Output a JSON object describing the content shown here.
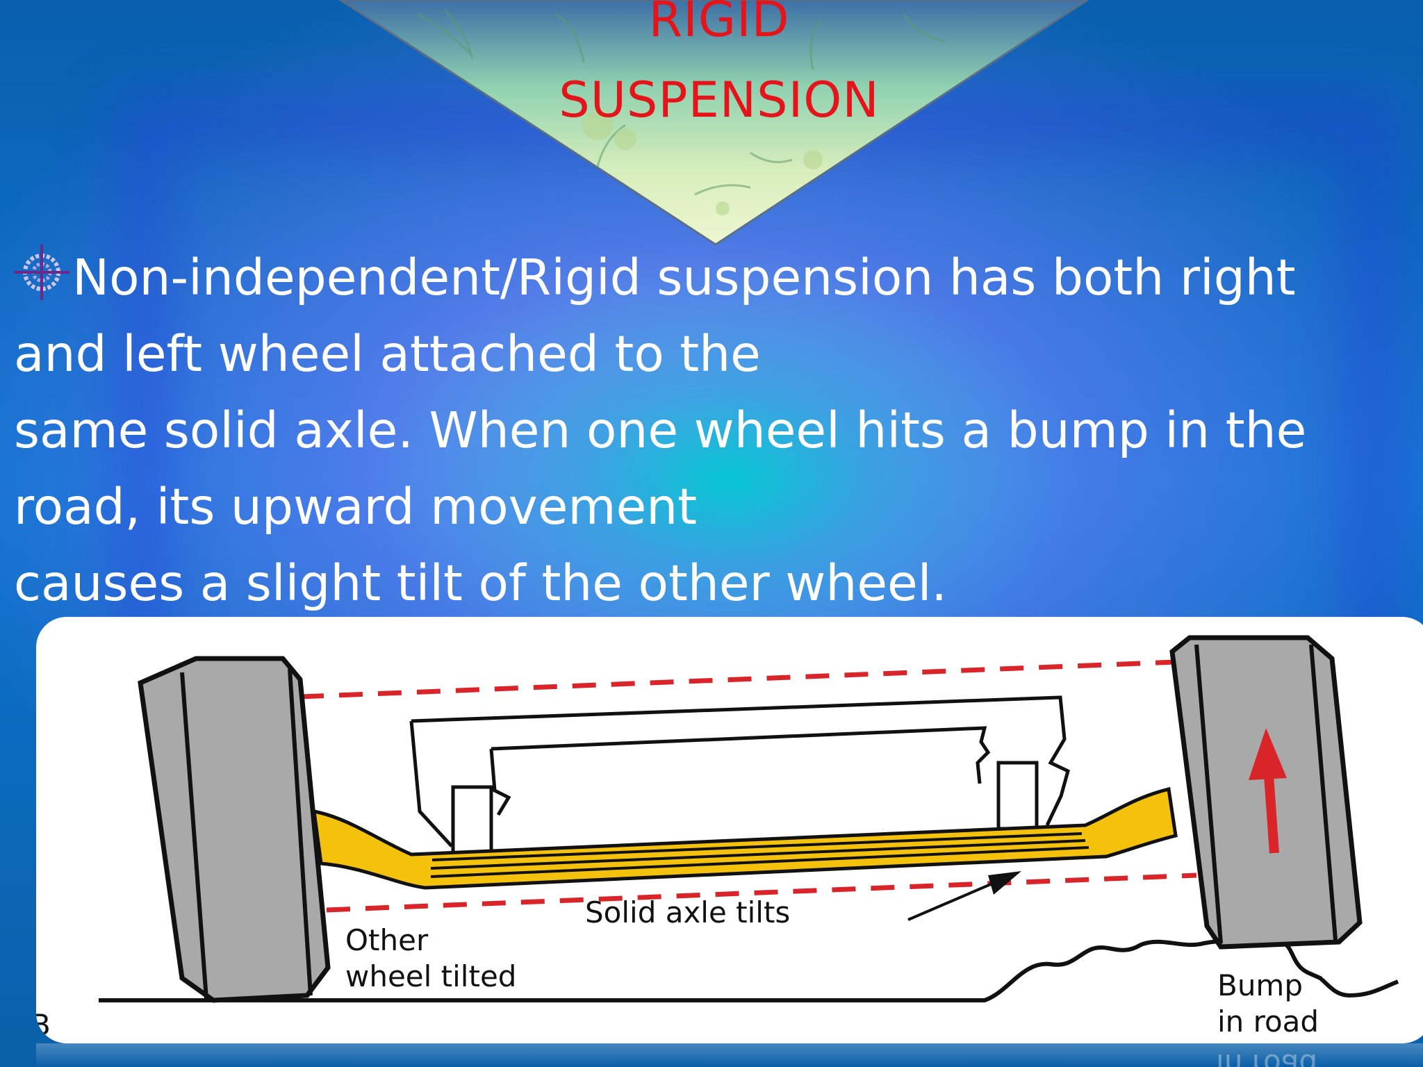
{
  "slide": {
    "title": [
      "RIGID",
      "SUSPENSION"
    ],
    "body_lines": [
      "Non-independent/Rigid suspension has both right",
      "and left wheel attached to the",
      "same solid axle. When one wheel hits a bump in the",
      "road, its upward movement",
      "causes a slight tilt of the other wheel."
    ],
    "bullet_icon": "crosshair-bullet-icon",
    "colors": {
      "title": "#e4141b",
      "body_text": "#ffffff",
      "axle": "#f4c20d",
      "wheel": "#a9a9a9",
      "dashed_line": "#d9252a",
      "arrow": "#d9252a"
    }
  },
  "diagram": {
    "labels": {
      "other_wheel": [
        "Other",
        "wheel tilted"
      ],
      "axle": "Solid axle tilts",
      "bump": [
        "Bump",
        "in road"
      ],
      "corner": "B"
    },
    "reflection_text": "in road"
  }
}
